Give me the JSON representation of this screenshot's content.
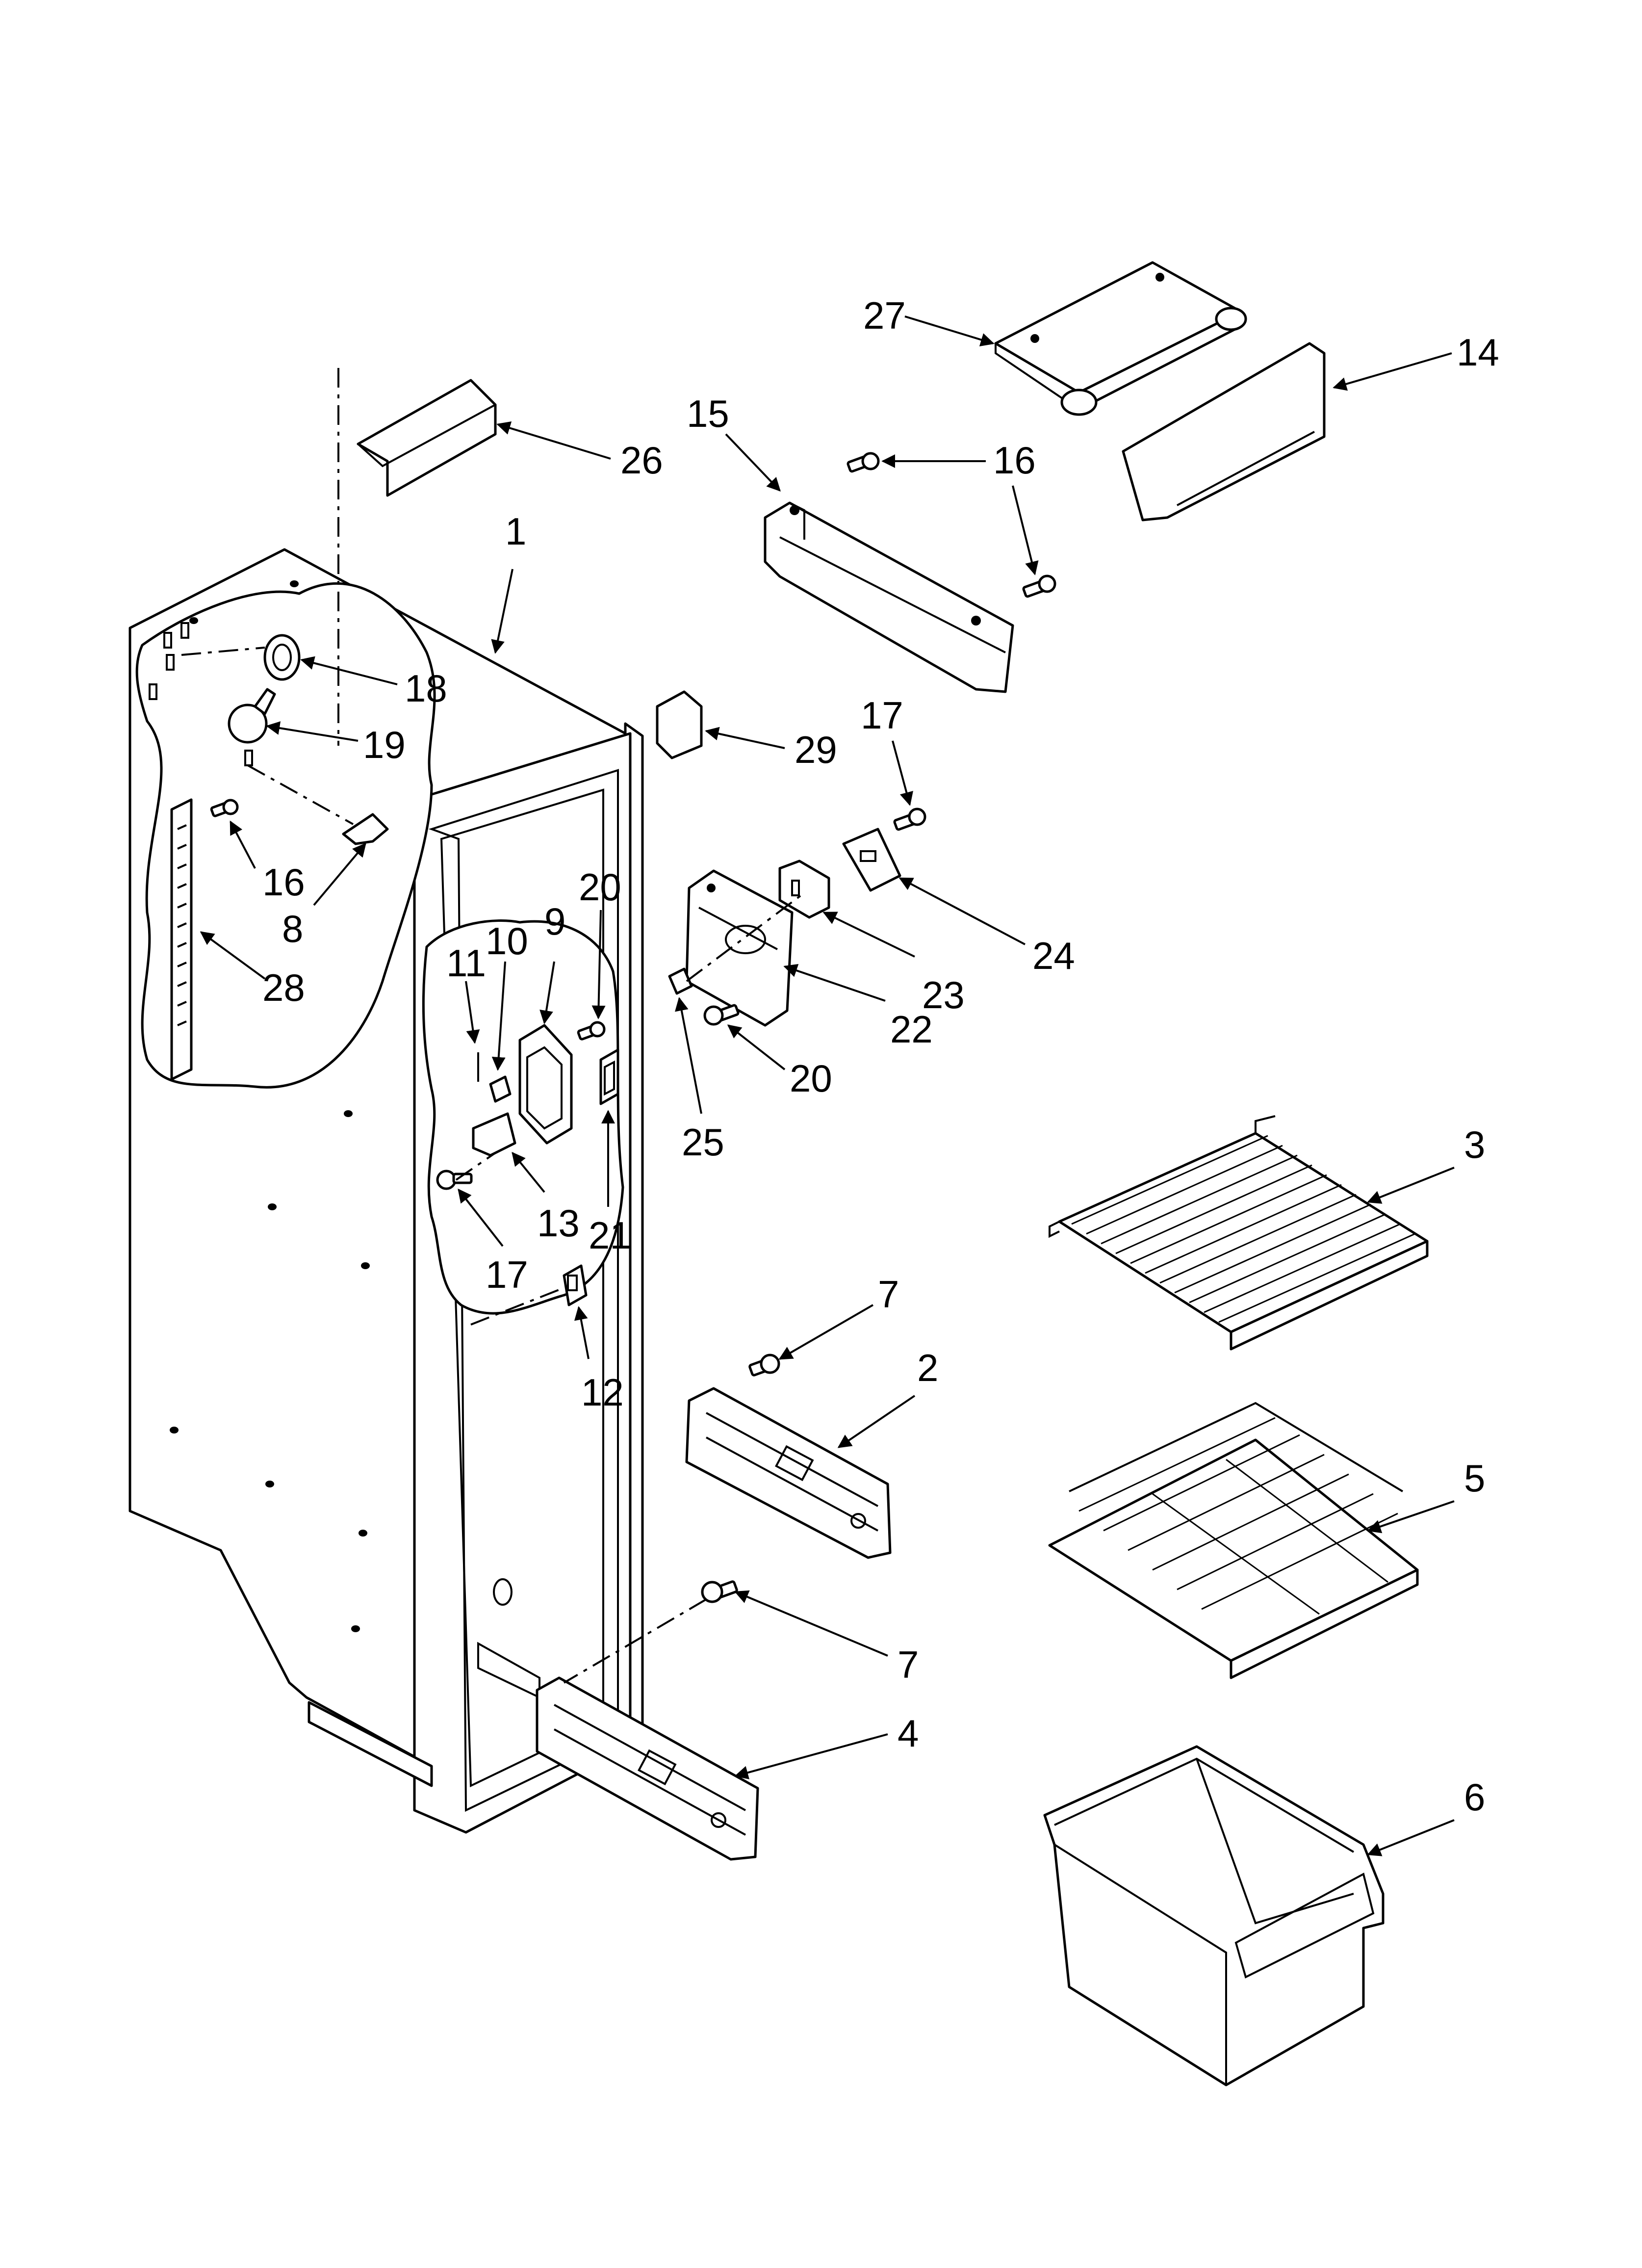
{
  "diagram": {
    "callouts": {
      "p1": "1",
      "p2": "2",
      "p3": "3",
      "p4": "4",
      "p5": "5",
      "p6": "6",
      "p7a": "7",
      "p7b": "7",
      "p8": "8",
      "p9": "9",
      "p10": "10",
      "p11": "11",
      "p12": "12",
      "p13": "13",
      "p14": "14",
      "p15": "15",
      "p16a": "16",
      "p16b": "16",
      "p17a": "17",
      "p17b": "17",
      "p18": "18",
      "p19": "19",
      "p20a": "20",
      "p20b": "20",
      "p21": "21",
      "p22": "22",
      "p23": "23",
      "p24": "24",
      "p25": "25",
      "p26": "26",
      "p27": "27",
      "p28": "28",
      "p29": "29"
    }
  }
}
